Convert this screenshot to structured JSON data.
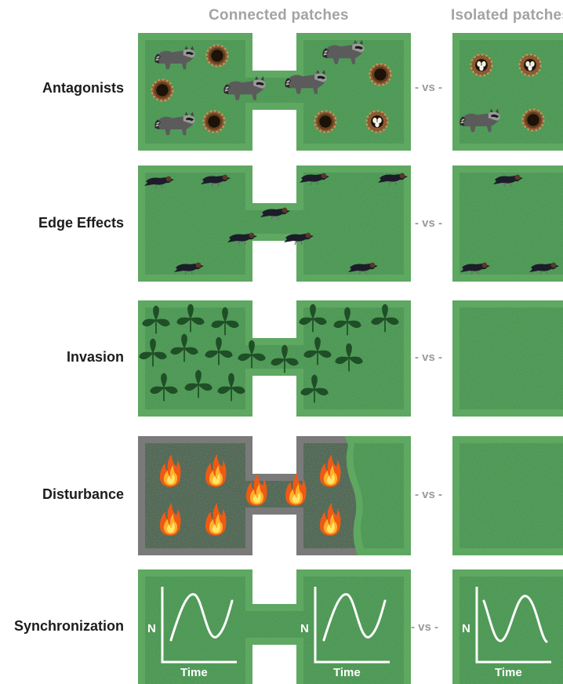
{
  "headers": {
    "connected": "Connected patches",
    "isolated": "Isolated patches"
  },
  "separator": "- vs -",
  "rows": [
    {
      "id": "antagonists",
      "label": "Antagonists"
    },
    {
      "id": "edge",
      "label": "Edge Effects"
    },
    {
      "id": "invasion",
      "label": "Invasion"
    },
    {
      "id": "disturbance",
      "label": "Disturbance"
    },
    {
      "id": "sync",
      "label": "Synchronization"
    }
  ],
  "graph": {
    "ylabel": "N",
    "xlabel": "Time"
  },
  "icons": [
    "raccoon-icon",
    "nest-icon",
    "bird-icon",
    "leaf-icon",
    "fire-icon"
  ],
  "colors": {
    "patch": "#3f8f47",
    "patch_border": "#5ea862",
    "burned": "#4a4a4a",
    "burned_border": "#7a7a7a",
    "leaf": "#1f4f26",
    "fire_outer": "#ee5a14",
    "fire_inner": "#ffd23a"
  }
}
